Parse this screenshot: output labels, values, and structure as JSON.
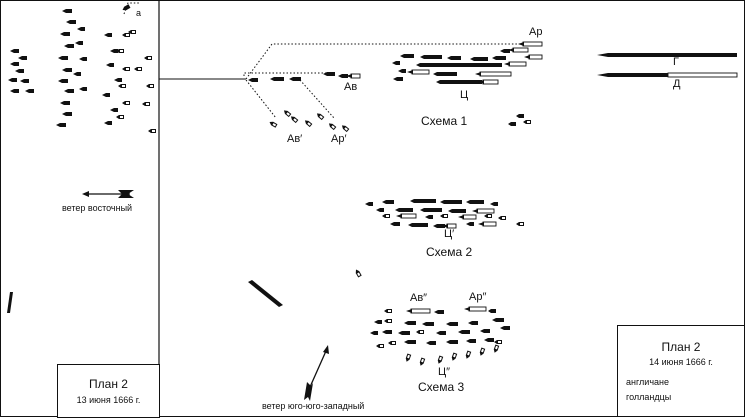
{
  "plan_left": {
    "title": "План 2",
    "date": "13 июня 1666 г."
  },
  "plan_right": {
    "title": "План 2",
    "date": "14 июня 1666 г.",
    "legend": [
      {
        "label": "англичане",
        "style": "solid"
      },
      {
        "label": "голландцы",
        "style": "hollow"
      }
    ]
  },
  "wind_left": "ветер восточный",
  "wind_bottom": "ветер юго-юго-западный",
  "labels": {
    "a": "а",
    "av": "Ав",
    "ar": "Ар",
    "c": "Ц",
    "g": "Г",
    "d": "Д",
    "av_prime": "Ав′",
    "ar_prime": "Ар′",
    "c_prime": "Ц′",
    "av_dprime": "Ав″",
    "ar_dprime": "Ар″",
    "c_dprime": "Ц″"
  },
  "schemes": {
    "s1": "Схема 1",
    "s2": "Схема 2",
    "s3": "Схема 3"
  },
  "colors": {
    "ink": "#111111",
    "paper": "#ffffff"
  }
}
